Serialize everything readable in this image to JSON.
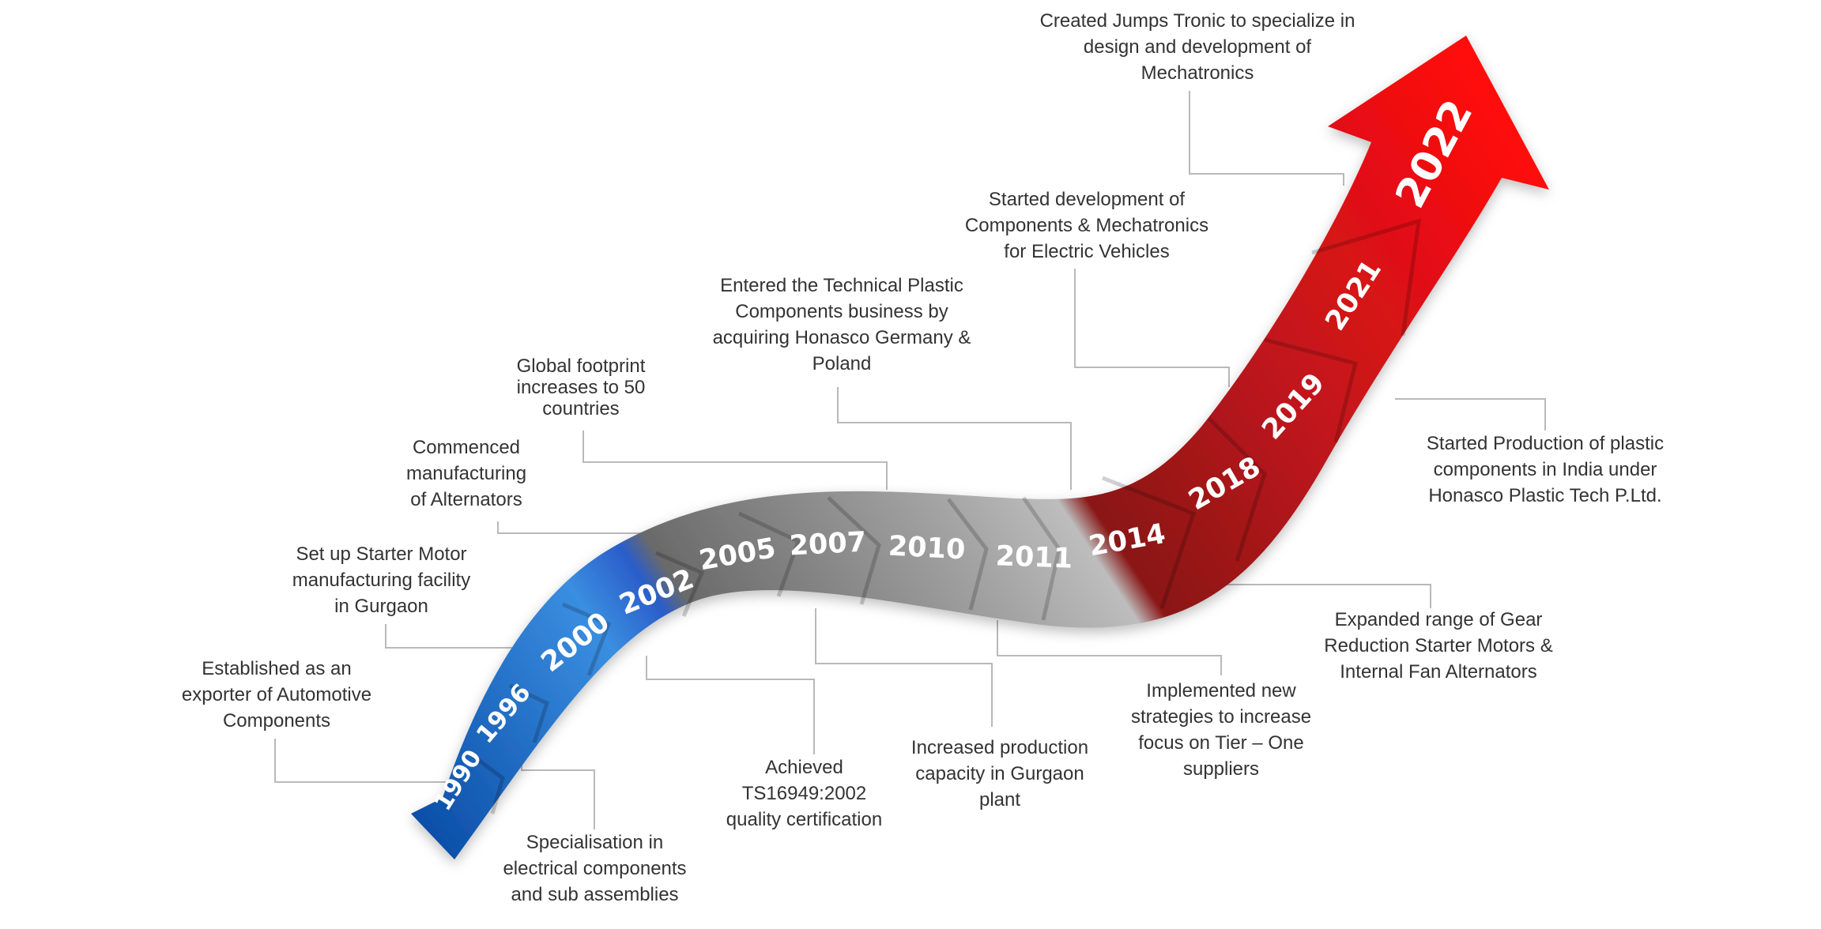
{
  "colors": {
    "blue_dark": "#0b4ea8",
    "blue_light": "#3a8ee0",
    "grey_dark": "#666666",
    "grey_light": "#bbbbbb",
    "red_dark": "#8a1616",
    "red_bright": "#ff0d0d",
    "text": "#333333",
    "leader_line": "#b9b9b9"
  },
  "milestones": [
    {
      "year": "1990",
      "lines": [
        "Established as an",
        "exporter of Automotive",
        "Components"
      ]
    },
    {
      "year": "1996",
      "lines": [
        "Specialisation in",
        "electrical components",
        "and sub assemblies"
      ]
    },
    {
      "year": "2000",
      "lines": [
        "Set up Starter Motor",
        "manufacturing facility",
        "in Gurgaon"
      ]
    },
    {
      "year": "2002",
      "lines": [
        "Achieved",
        "TS16949:2002",
        "quality certification"
      ]
    },
    {
      "year": "2005",
      "lines": [
        "Commenced",
        "manufacturing",
        "of Alternators"
      ]
    },
    {
      "year": "2007",
      "lines": [
        "Increased production",
        "capacity in Gurgaon",
        "plant"
      ]
    },
    {
      "year": "2010",
      "lines": [
        "Global footprint",
        "increases to 50",
        "countries"
      ]
    },
    {
      "year": "2011",
      "lines": [
        "Implemented new",
        "strategies to increase",
        "focus on Tier – One",
        "suppliers"
      ]
    },
    {
      "year": "2014",
      "lines": [
        "Entered the Technical Plastic",
        "Components business by",
        "acquiring Honasco Germany &",
        "Poland"
      ]
    },
    {
      "year": "2018",
      "lines": [
        "Expanded range of Gear",
        "Reduction Starter Motors &",
        "Internal Fan Alternators"
      ]
    },
    {
      "year": "2019",
      "lines": [
        "Started Production of plastic",
        "components in India under",
        "Honasco Plastic Tech P.Ltd."
      ]
    },
    {
      "year": "2021",
      "lines": [
        "Started development of",
        "Components & Mechatronics",
        "for Electric Vehicles"
      ]
    },
    {
      "year": "2022",
      "lines": [
        "Created Jumps Tronic to specialize in",
        "design and development of",
        "Mechatronics"
      ]
    }
  ]
}
